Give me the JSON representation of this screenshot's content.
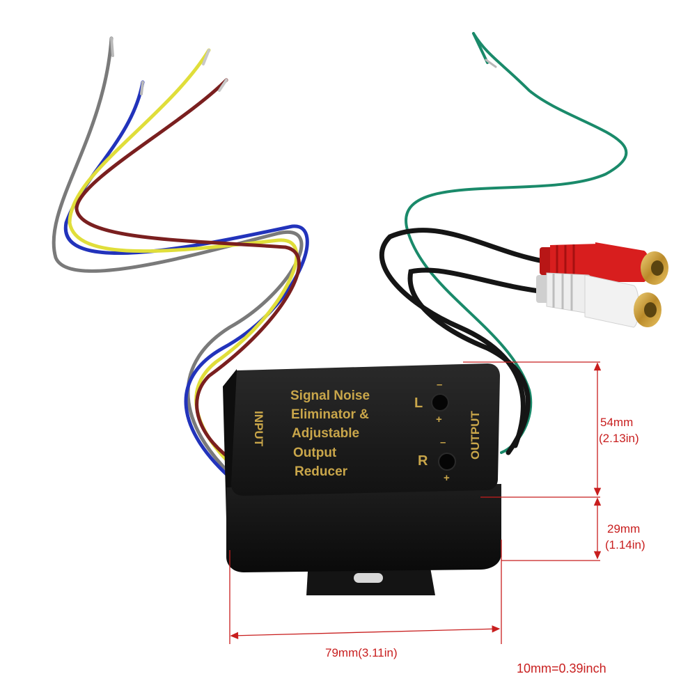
{
  "product": {
    "label_lines": [
      "Signal Noise",
      "Eliminator &",
      "Adjustable",
      "Output",
      "Reducer"
    ],
    "input_label": "INPUT",
    "output_label": "OUTPUT",
    "left_channel": "L",
    "right_channel": "R",
    "minus": "–",
    "plus": "+"
  },
  "dimensions": {
    "height_mm": "54mm",
    "height_in": "(2.13in)",
    "depth_mm": "29mm",
    "depth_in": "(1.14in)",
    "width": "79mm(3.11in)",
    "scale_note": "10mm=0.39inch"
  },
  "colors": {
    "wire_gray": "#7a7a7a",
    "wire_blue": "#2233bb",
    "wire_yellow": "#e0de3a",
    "wire_red": "#7a1f1f",
    "wire_green": "#1a8a6a",
    "wire_black": "#151515",
    "rca_red": "#d81e1e",
    "rca_white": "#eeeeee",
    "dimension_red": "#c81e1e",
    "label_gold": "#c9a64a"
  }
}
